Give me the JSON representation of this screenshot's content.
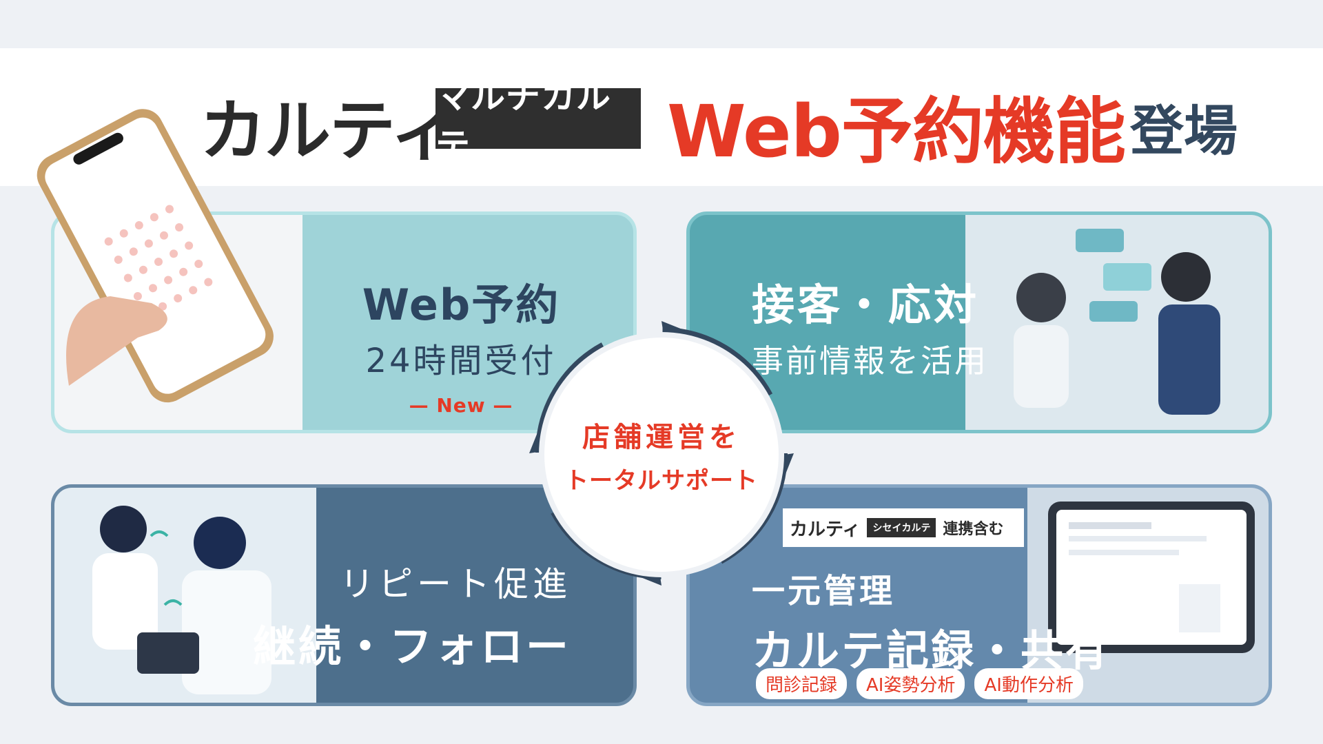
{
  "header": {
    "logo": "カルティ",
    "badge": "マルチカルテ",
    "title": "Web予約機能",
    "suffix": "登場"
  },
  "panels": {
    "top_left": {
      "title": "Web予約",
      "subtitle": "24時間受付",
      "tag": "— New —"
    },
    "top_right": {
      "title": "接客・応対",
      "subtitle": "事前情報を活用"
    },
    "bottom_left": {
      "title": "リピート促進",
      "subtitle": "継続・フォロー"
    },
    "bottom_right": {
      "strip": {
        "logo": "カルティ",
        "badge": "シセイカルテ",
        "link_label": "連携含む"
      },
      "title": "一元管理",
      "subtitle": "カルテ記録・共有",
      "tags": [
        "問診記録",
        "AI姿勢分析",
        "AI動作分析"
      ]
    }
  },
  "center": {
    "line1": "店舗運営を",
    "line2": "トータルサポート"
  },
  "colors": {
    "accent_red": "#e53a26",
    "navy": "#33485f",
    "teal_light": "#9fd3d8",
    "teal": "#58a8b1",
    "slate": "#4d6f8c",
    "blue_gray": "#6489ac"
  }
}
